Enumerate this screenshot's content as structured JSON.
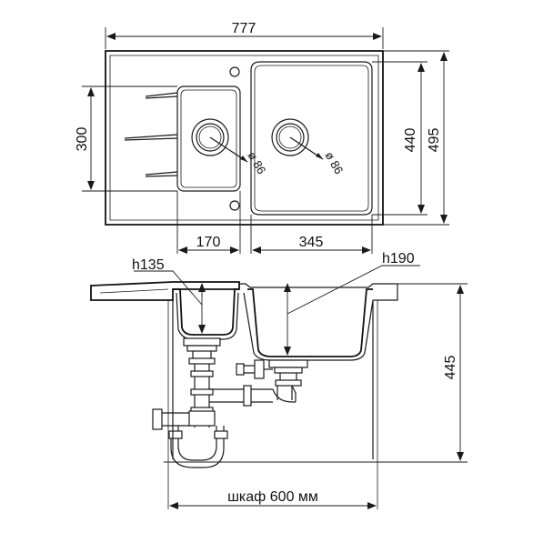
{
  "dimensions": {
    "overall_width": "777",
    "small_bowl_height": "300",
    "bowl_depth_440": "440",
    "overall_depth": "495",
    "small_bowl_width": "170",
    "large_bowl_width": "345",
    "drain_diameter_small": "ø 86",
    "drain_diameter_large": "ø 86",
    "small_bowl_depth": "h135",
    "large_bowl_depth": "h190",
    "installation_height": "445",
    "cabinet_width": "шкаф 600 мм"
  },
  "colors": {
    "line": "#1a1a1a",
    "background": "#ffffff"
  }
}
